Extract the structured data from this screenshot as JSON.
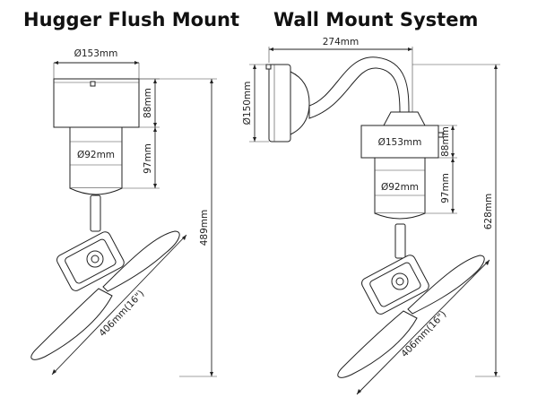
{
  "titles": {
    "left": "Hugger Flush Mount",
    "right": "Wall Mount System"
  },
  "hugger": {
    "canopy_diameter": "Ø153mm",
    "canopy_height": "88mm",
    "motor_diameter": "Ø92mm",
    "motor_height": "97mm",
    "overall_height": "489mm",
    "blade_span": "406mm(16\")"
  },
  "wall": {
    "arm_reach": "274mm",
    "wall_plate_diameter": "Ø150mm",
    "canopy_diameter": "Ø153mm",
    "canopy_height": "88mm",
    "motor_diameter": "Ø92mm",
    "motor_height": "97mm",
    "overall_height": "628mm",
    "blade_span": "406mm(16\")"
  }
}
